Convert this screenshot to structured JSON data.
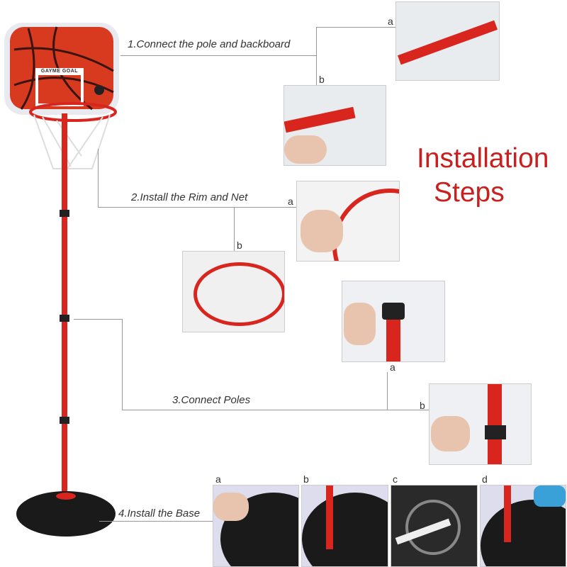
{
  "title_lines": [
    "Installation",
    "Steps"
  ],
  "backboard_logo_text": "GAYME GOAL",
  "steps": [
    {
      "label": "1.Connect the pole and backboard",
      "parts": [
        "a",
        "b"
      ]
    },
    {
      "label": "2.Install the Rim and Net",
      "parts": [
        "a",
        "b"
      ]
    },
    {
      "label": "3.Connect Poles",
      "parts": [
        "a",
        "b"
      ]
    },
    {
      "label": "4.Install the Base",
      "parts": [
        "a",
        "b",
        "c",
        "d"
      ]
    }
  ],
  "colors": {
    "accent": "#c8201e",
    "pole": "#d8261f",
    "base": "#1a1a1a",
    "line": "#999999"
  }
}
